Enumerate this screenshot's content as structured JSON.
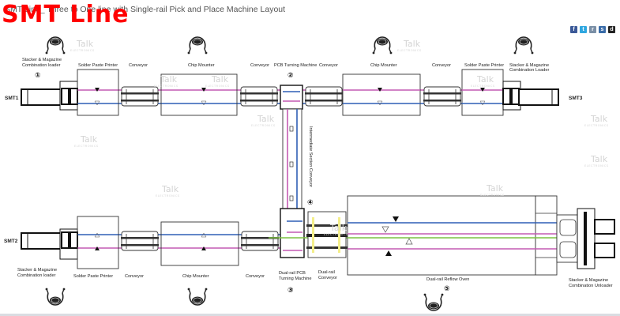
{
  "page": {
    "caption": "SMT Line_ Three to One line with Single-rail Pick and Place Machine Layout",
    "brand_overlay": "SMT Line",
    "share_icons": [
      {
        "name": "facebook-icon",
        "glyph": "f",
        "color": "#3b5998"
      },
      {
        "name": "twitter-icon",
        "glyph": "t",
        "color": "#2fa7e0"
      },
      {
        "name": "reddit-icon",
        "glyph": "r",
        "color": "#7a8fa6"
      },
      {
        "name": "stumbleupon-icon",
        "glyph": "s",
        "color": "#3a6ca8"
      },
      {
        "name": "delicious-icon",
        "glyph": "d",
        "color": "#222222"
      }
    ]
  },
  "colors": {
    "rail_pink": "#c45ab3",
    "rail_blue": "#2f5fb5",
    "rail_green": "#7cc242",
    "yellow_guide": "#f4ef8a",
    "outline": "#333333",
    "watermark": "#d4d4d4",
    "brand_red": "#ff0000"
  },
  "lines": {
    "smt1": "SMT1",
    "smt2": "SMT2",
    "smt3": "SMT3"
  },
  "labels": {
    "loader1": [
      "Stacker & Magazine",
      "Combination loader"
    ],
    "printer1": "Solder Paste Printer",
    "conveyor1": "Conveyor",
    "mounter1": "Chip Mounter",
    "conveyor2": "Conveyor",
    "turning": "PCB Turning Machine",
    "conveyor3": "Conveyor",
    "mounter3": "Chip Mounter",
    "conveyor4": "Conveyor",
    "printer3": "Solder Paste Printer",
    "loader3": [
      "Stacker & Magazine",
      "Combination Loader"
    ],
    "intermediate": "Intermediate Section Conveyor",
    "loader2": [
      "Stacker & Magazine",
      "Combination loader"
    ],
    "printer2": "Solder Paste Printer",
    "conveyor5": "Conveyor",
    "mounter2": "Chip Mounter",
    "conveyor6": "Conveyor",
    "dual_turning": [
      "Dual-rail PCB",
      "Turning Machine"
    ],
    "dual_conveyor": [
      "Dual-rail",
      "Conveyor"
    ],
    "reflow": "Dual-rail Reflow Oven",
    "unloader": [
      "Stacker & Magazine",
      "Combination Unloader"
    ]
  },
  "step_numbers": [
    "①",
    "②",
    "③",
    "④",
    "⑤"
  ],
  "watermark": {
    "main": "Talk",
    "sub": "ELECTRONICS"
  }
}
